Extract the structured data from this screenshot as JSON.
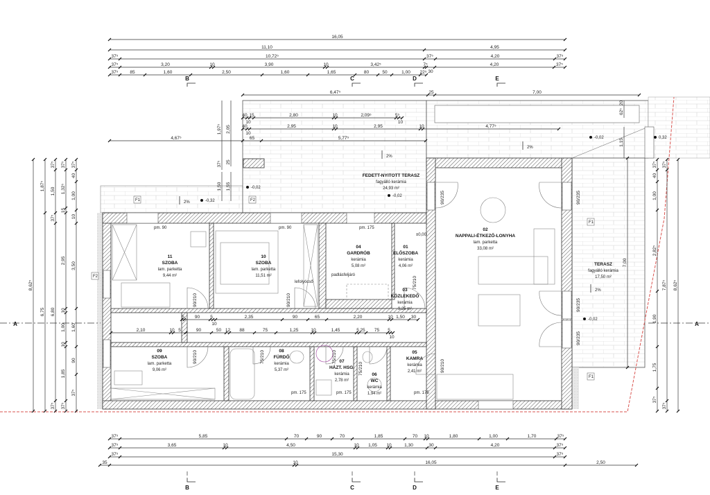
{
  "rooms": [
    {
      "number": "11",
      "name": "SZOBA",
      "floor": "lam. parketta",
      "area": "9,44 m²"
    },
    {
      "number": "10",
      "name": "SZOBA",
      "floor": "lam. parketta",
      "area": "11,51 m²"
    },
    {
      "number": "04",
      "name": "GARDRÓB",
      "floor": "kerámia",
      "area": "5,08 m²"
    },
    {
      "number": "01",
      "name": "ELŐSZOBA",
      "floor": "kerámia",
      "area": "4,06 m²"
    },
    {
      "number": "03",
      "name": "KÖZLEKEDŐ",
      "floor": "kerámia",
      "area": "9,25 m²"
    },
    {
      "number": "02",
      "name": "NAPPALI-ÉTKEZŐ-LONYHA",
      "floor": "lam. parketta",
      "area": "33,08 m²"
    },
    {
      "number": "09",
      "name": "SZOBA",
      "floor": "lam. parketta",
      "area": "9,06 m²"
    },
    {
      "number": "08",
      "name": "FÜRDŐ",
      "floor": "kerámia",
      "area": "5,37 m²"
    },
    {
      "number": "07",
      "name": "HÁZT. HSG.",
      "floor": "kerámia",
      "area": "2,78 m²"
    },
    {
      "number": "06",
      "name": "WC",
      "floor": "kerámia",
      "area": "1,94 m²"
    },
    {
      "number": "05",
      "name": "KAMRA",
      "floor": "kerámia",
      "area": "2,41 m²"
    },
    {
      "number": "",
      "name": "FEDETT-NYITOTT TERASZ",
      "floor": "fagyálló kerámia",
      "area": "24,93 m²"
    },
    {
      "number": "",
      "name": "TERASZ",
      "floor": "fagyálló kerámia",
      "area": "17,50 m²"
    }
  ],
  "notes": {
    "attic_access": "padlásfeljáró",
    "downpipe": "lefolyócső",
    "zero_level": "±0,00",
    "parapets": [
      "pm. 90",
      "pm. 90",
      "pm. 175",
      "pm. 175",
      "pm. 175",
      "pm. 175"
    ],
    "levels": [
      "-0,02",
      "-0,32",
      "-0,02",
      "-0,02",
      "0,32",
      "-0,02"
    ],
    "slopes": [
      "2%",
      "2%",
      "2%",
      "2%"
    ],
    "windows": [
      "F1",
      "F2",
      "F1",
      "F2",
      "F1"
    ],
    "door_sizes": [
      "90/210",
      "90/210",
      "90/210",
      "75/210",
      "75/210",
      "75/210",
      "75/210",
      "90/235",
      "90/235",
      "90/235",
      "90/235",
      "90/210"
    ]
  },
  "sections": {
    "cut": "A",
    "marks": [
      "B",
      "C",
      "D",
      "E"
    ]
  },
  "dimensions": {
    "top": [
      [
        "16,05"
      ],
      [
        "11,10",
        "4,95"
      ],
      [
        "37⁵",
        "10,72⁵",
        "37⁵",
        "4,20",
        "37⁵"
      ],
      [
        "37⁵",
        "3,20",
        "10",
        "3,90",
        "10",
        "3,42⁵",
        "7⁵",
        "30",
        "4,20",
        "37⁵"
      ],
      [
        "37⁵",
        "85",
        "1,60",
        "2,50",
        "1,60",
        "1,65",
        "80",
        "50",
        "1,00",
        "22⁵"
      ]
    ],
    "terrace_top": [
      [
        "6,47⁵",
        "25",
        "7,00"
      ],
      [
        "40",
        "10",
        "15",
        "2,80",
        "10",
        "2,09⁵",
        "5⁵",
        "10"
      ],
      [
        "40",
        "10",
        "2,95",
        "10",
        "2,95",
        "10",
        "4,77⁵"
      ],
      [
        "4,67⁵",
        "65",
        "5,77⁵"
      ]
    ],
    "corridor": [
      [
        "5",
        "90",
        "5",
        "10",
        "2,35",
        "90",
        "65",
        "2,20",
        "10",
        "1,50",
        "30"
      ],
      [
        "2,10",
        "10",
        "5",
        "90",
        "50",
        "12",
        "88",
        "75",
        "1,25",
        "10",
        "1,45",
        "5",
        "25",
        "75",
        "5",
        "10"
      ]
    ],
    "bottom": [
      [
        "37⁵",
        "5,85",
        "70",
        "90",
        "70",
        "1,85",
        "70",
        "10",
        "1,80",
        "1,00",
        "1,70",
        "37⁵"
      ],
      [
        "37⁵",
        "3,65",
        "10",
        "4,50",
        "10",
        "1,05",
        "10",
        "1,30",
        "30",
        "4,20",
        "37⁵"
      ],
      [
        "37⁵",
        "15,30",
        "37⁵"
      ],
      [
        "35",
        "10",
        "16,05",
        "2,50"
      ]
    ],
    "left": [
      [
        "8,62⁵"
      ],
      [
        "1,87⁵",
        "6,75"
      ],
      [
        "37⁵",
        "1,50",
        "37⁵",
        "6,80",
        "37⁵"
      ],
      [
        "37⁵",
        "1,32⁵",
        "15",
        "2,95",
        "10",
        "1,00",
        "10",
        "1,85",
        "37⁵"
      ],
      [
        "37⁵",
        "40",
        "1,00",
        "10",
        "3,50",
        "1,60",
        "90",
        "37⁵"
      ]
    ],
    "right": [
      [
        "7,00"
      ],
      [
        "37⁵",
        "40",
        "1,00",
        "2,82⁵",
        "1,90",
        "1,75",
        "37⁵"
      ],
      [
        "37⁵",
        "7,87⁵",
        "37⁵"
      ],
      [
        "8,62⁵"
      ]
    ],
    "side_vertical": [
      "1,97⁵",
      "2,05",
      "37⁵",
      "25",
      "1,50",
      "1,55",
      "1,15",
      "62⁵",
      "20"
    ]
  },
  "colors": {
    "property_line": "#d9534f",
    "wall_hatch": "#555555",
    "tile": "#cfcfcf"
  }
}
